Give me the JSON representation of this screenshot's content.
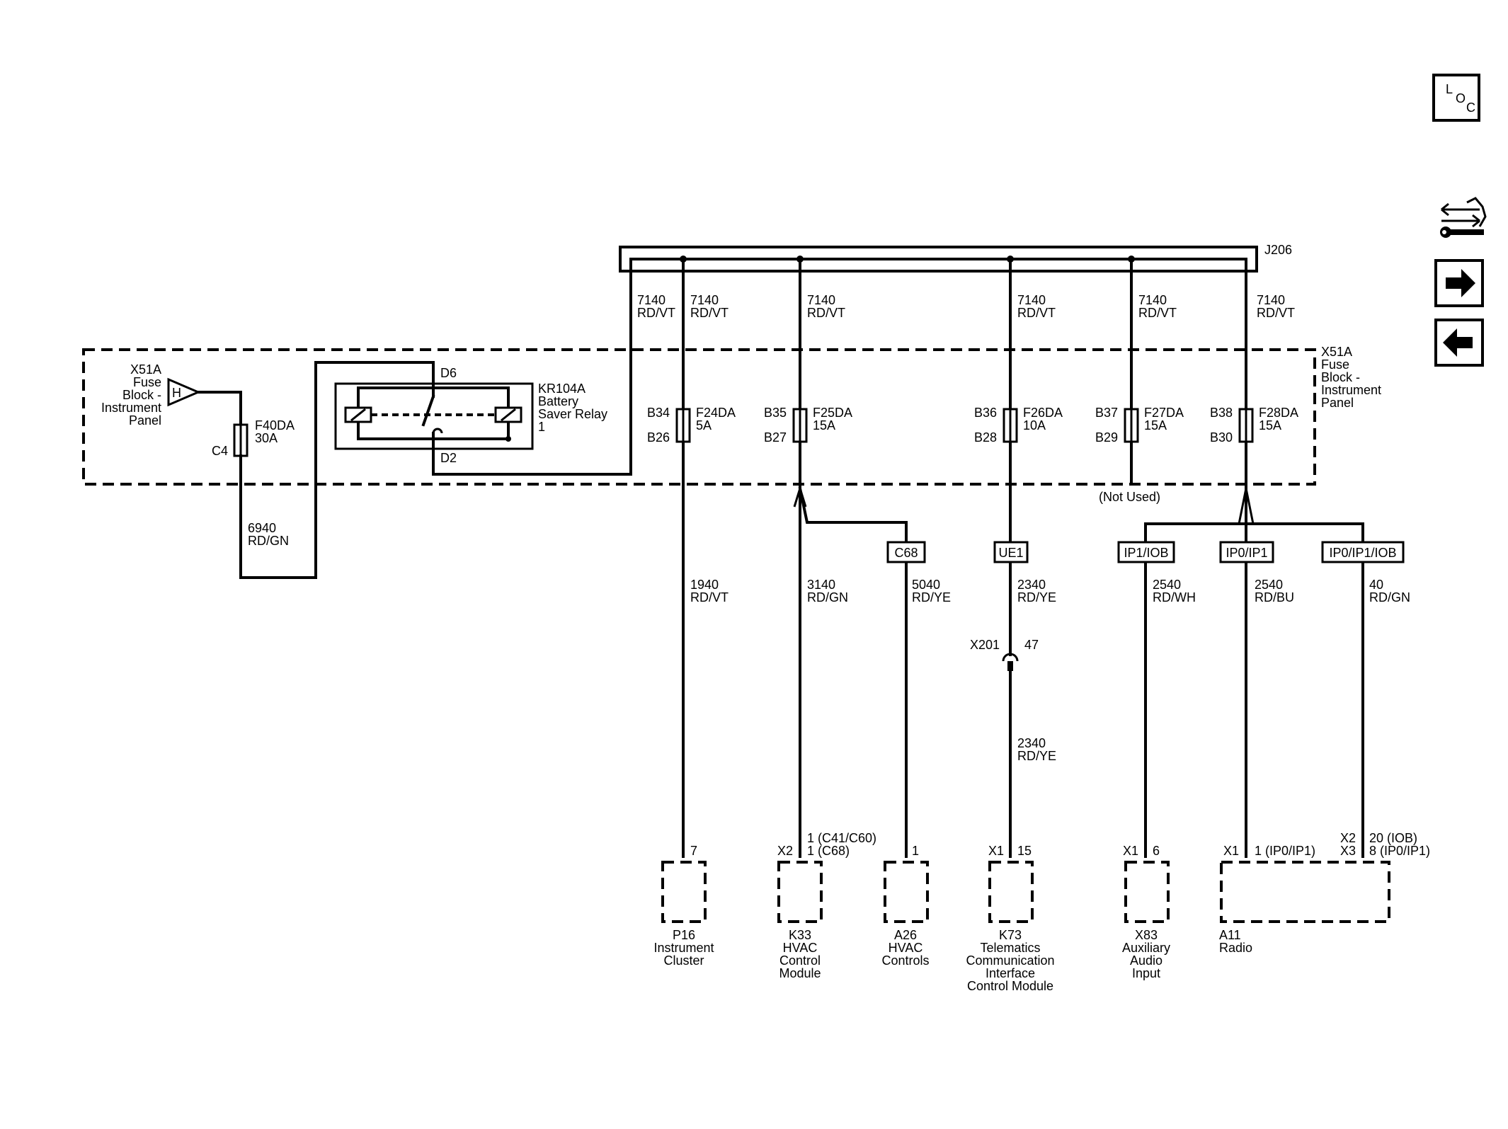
{
  "nav": {
    "loc_l": "L",
    "loc_o": "O",
    "loc_c": "C"
  },
  "bus": {
    "label": "J206"
  },
  "fuse_block": {
    "left_label": [
      "X51A",
      "Fuse",
      "Block -",
      "Instrument",
      "Panel"
    ],
    "right_label": [
      "X51A",
      "Fuse",
      "Block -",
      "Instrument",
      "Panel"
    ],
    "h_terminal": "H"
  },
  "f40": {
    "name": "F40DA",
    "rating": "30A",
    "connector": "C4"
  },
  "wire_6940": {
    "circuit": "6940",
    "color": "RD/GN"
  },
  "relay": {
    "name": [
      "KR104A",
      "Battery",
      "Saver Relay",
      "1"
    ],
    "pin_top": "D6",
    "pin_bottom": "D2"
  },
  "feed_wires": [
    {
      "circuit": "7140",
      "color": "RD/VT"
    },
    {
      "circuit": "7140",
      "color": "RD/VT"
    },
    {
      "circuit": "7140",
      "color": "RD/VT"
    },
    {
      "circuit": "7140",
      "color": "RD/VT"
    },
    {
      "circuit": "7140",
      "color": "RD/VT"
    },
    {
      "circuit": "7140",
      "color": "RD/VT"
    }
  ],
  "fuses": [
    {
      "top_pin": "B34",
      "bottom_pin": "B26",
      "name": "F24DA",
      "rating": "5A"
    },
    {
      "top_pin": "B35",
      "bottom_pin": "B27",
      "name": "F25DA",
      "rating": "15A"
    },
    {
      "top_pin": "B36",
      "bottom_pin": "B28",
      "name": "F26DA",
      "rating": "10A"
    },
    {
      "top_pin": "B37",
      "bottom_pin": "B29",
      "name": "F27DA",
      "rating": "15A"
    },
    {
      "top_pin": "B38",
      "bottom_pin": "B30",
      "name": "F28DA",
      "rating": "15A"
    }
  ],
  "not_used": "(Not Used)",
  "options": [
    "C68",
    "UE1",
    "IP1/IOB",
    "IP0/IP1",
    "IP0/IP1/IOB"
  ],
  "branch_wires": [
    {
      "circuit": "1940",
      "color": "RD/VT"
    },
    {
      "circuit": "3140",
      "color": "RD/GN"
    },
    {
      "circuit": "5040",
      "color": "RD/YE"
    },
    {
      "circuit": "2340",
      "color": "RD/YE"
    },
    {
      "circuit": "2540",
      "color": "RD/WH"
    },
    {
      "circuit": "2540",
      "color": "RD/BU"
    },
    {
      "circuit": "40",
      "color": "RD/GN"
    }
  ],
  "inline": {
    "connector": "X201",
    "pin": "47",
    "circuit": "2340",
    "color": "RD/YE"
  },
  "terminals": {
    "p16_pin": "7",
    "k33_conn": "X2",
    "k33_pin1": "1 (C41/C60)",
    "k33_pin2": "1 (C68)",
    "a26_pin": "1",
    "k73_conn": "X1",
    "k73_pin": "15",
    "x83_conn": "X1",
    "x83_pin": "6",
    "a11_conn1": "X1",
    "a11_pin1": "1 (IP0/IP1)",
    "a11_conn2": "X2",
    "a11_conn3": "X3",
    "a11_pin2": "20  (IOB)",
    "a11_pin3": "8  (IP0/IP1)"
  },
  "components": {
    "p16": [
      "P16",
      "Instrument",
      "Cluster"
    ],
    "k33": [
      "K33",
      "HVAC",
      "Control",
      "Module"
    ],
    "a26": [
      "A26",
      "HVAC",
      "Controls"
    ],
    "k73": [
      "K73",
      "Telematics",
      "Communication",
      "Interface",
      "Control Module"
    ],
    "x83": [
      "X83",
      "Auxiliary",
      "Audio",
      "Input"
    ],
    "a11": [
      "A11",
      "Radio"
    ]
  }
}
